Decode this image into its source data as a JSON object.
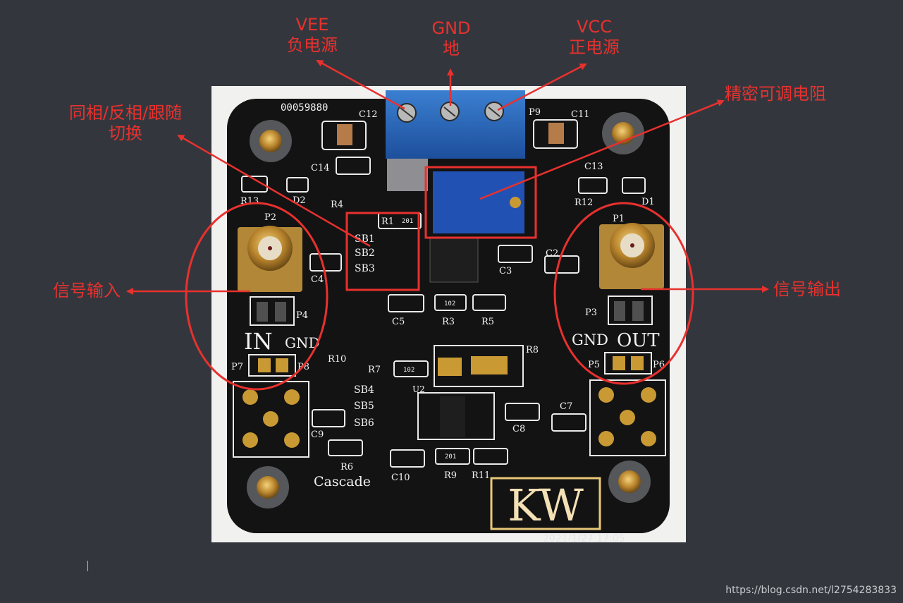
{
  "callouts": {
    "vee": {
      "line1": "VEE",
      "line2": "负电源"
    },
    "gnd": {
      "line1": "GND",
      "line2": "地"
    },
    "vcc": {
      "line1": "VCC",
      "line2": "正电源"
    },
    "switch": {
      "line1": "同相/反相/跟随",
      "line2": "切换"
    },
    "pot": "精密可调电阻",
    "input": "信号输入",
    "output": "信号输出"
  },
  "board": {
    "serial": "00059880",
    "in": "IN",
    "gnd_left": "GND",
    "gnd_right": "GND",
    "out": "OUT",
    "logo": "KW",
    "cascade": "Cascade",
    "refs": {
      "c12": "C12",
      "p9": "P9",
      "c11": "C11",
      "c14": "C14",
      "c13": "C13",
      "r13": "R13",
      "d2": "D2",
      "r12": "R12",
      "d1": "D1",
      "r4": "R4",
      "r1": "R1",
      "p2": "P2",
      "p1": "P1",
      "sb1": "SB1",
      "sb2": "SB2",
      "sb3": "SB3",
      "c4": "C4",
      "c2": "C2",
      "c3": "C3",
      "p4": "P4",
      "p3": "P3",
      "c5": "C5",
      "r3": "R3",
      "r5": "R5",
      "p7": "P7",
      "p8": "P8",
      "p5": "P5",
      "p6": "P6",
      "r10": "R10",
      "r7": "R7",
      "r8": "R8",
      "sb4": "SB4",
      "sb5": "SB5",
      "sb6": "SB6",
      "u2": "U2",
      "c9": "C9",
      "c8": "C8",
      "c7": "C7",
      "r6": "R6",
      "c10": "C10",
      "r9": "R9",
      "r11": "R11"
    },
    "smd_codes": {
      "r1": "201",
      "r3": "102",
      "r7": "102",
      "r9": "201"
    },
    "timestamp": "2021/1/27 17:05"
  },
  "watermark": "https://blog.csdn.net/l2754283833",
  "colors": {
    "annotation": "#e8312e",
    "background": "#33373d",
    "pcb": "#131313"
  }
}
